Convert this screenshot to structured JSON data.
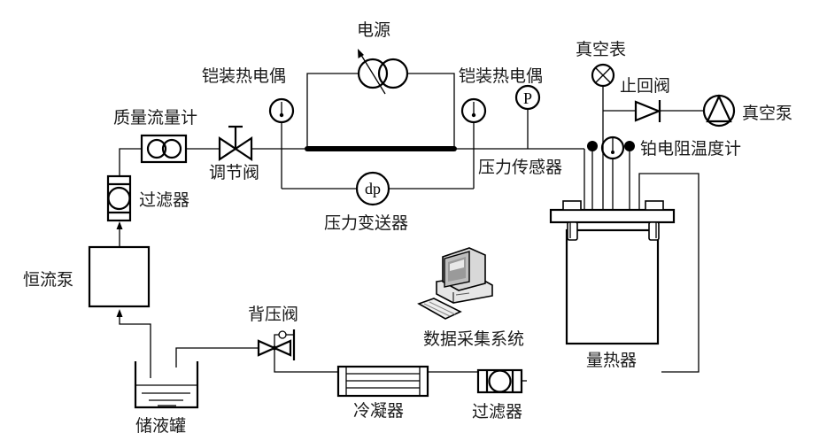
{
  "diagram": {
    "title": "",
    "labels": {
      "power_supply": "电源",
      "thermocouple_left": "铠装热电偶",
      "thermocouple_right": "铠装热电偶",
      "mass_flowmeter": "质量流量计",
      "regulating_valve": "调节阀",
      "filter_top": "过滤器",
      "constant_flow_pump": "恒流泵",
      "reservoir": "储液罐",
      "back_pressure_valve": "背压阀",
      "condenser": "冷凝器",
      "filter_bottom": "过滤器",
      "calorimeter": "量热器",
      "data_acquisition": "数据采集系统",
      "pressure_transmitter": "压力变送器",
      "pressure_sensor": "压力传感器",
      "vacuum_gauge": "真空表",
      "check_valve": "止回阀",
      "vacuum_pump": "真空泵",
      "platinum_rtd": "铂电阻温度计"
    },
    "symbols": {
      "pressure_sensor_letter": "P",
      "dp_transmitter_letters": "dp"
    },
    "components": [
      {
        "id": "reservoir",
        "icon": "tank-icon"
      },
      {
        "id": "constant_flow_pump",
        "icon": "pump-box-icon"
      },
      {
        "id": "filter_top",
        "icon": "filter-icon"
      },
      {
        "id": "mass_flowmeter",
        "icon": "flowmeter-icon"
      },
      {
        "id": "regulating_valve",
        "icon": "globe-valve-icon"
      },
      {
        "id": "test_section",
        "icon": "heated-tube-icon"
      },
      {
        "id": "power_supply",
        "icon": "variable-transformer-icon"
      },
      {
        "id": "thermocouple_left",
        "icon": "thermometer-gauge-icon"
      },
      {
        "id": "thermocouple_right",
        "icon": "thermometer-gauge-icon"
      },
      {
        "id": "pressure_transmitter",
        "icon": "dp-gauge-icon"
      },
      {
        "id": "pressure_sensor",
        "icon": "pressure-gauge-icon"
      },
      {
        "id": "vacuum_gauge",
        "icon": "vacuum-gauge-icon"
      },
      {
        "id": "check_valve",
        "icon": "check-valve-icon"
      },
      {
        "id": "vacuum_pump",
        "icon": "vacuum-pump-icon"
      },
      {
        "id": "platinum_rtd",
        "icon": "rtd-gauge-icon"
      },
      {
        "id": "calorimeter",
        "icon": "vessel-icon"
      },
      {
        "id": "data_acquisition",
        "icon": "computer-icon"
      },
      {
        "id": "back_pressure_valve",
        "icon": "back-pressure-valve-icon"
      },
      {
        "id": "condenser",
        "icon": "condenser-icon"
      },
      {
        "id": "filter_bottom",
        "icon": "filter-icon"
      }
    ],
    "flow_direction": [
      "reservoir",
      "constant_flow_pump",
      "filter_top",
      "mass_flowmeter",
      "regulating_valve",
      "test_section",
      "calorimeter",
      "filter_bottom",
      "condenser",
      "back_pressure_valve",
      "reservoir"
    ]
  }
}
